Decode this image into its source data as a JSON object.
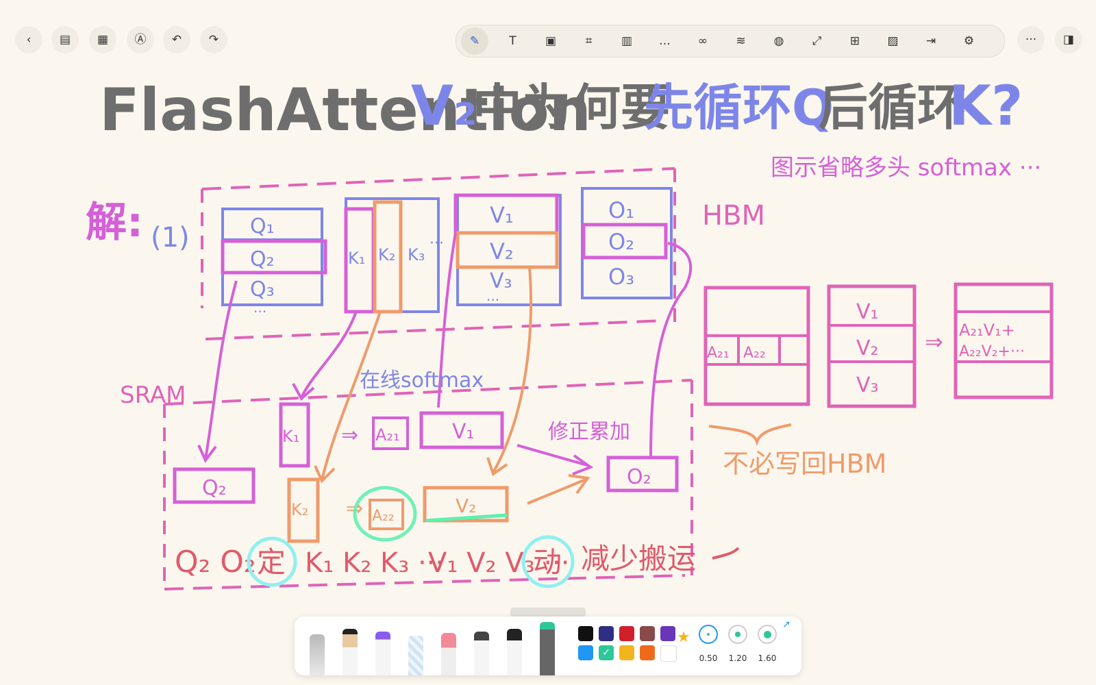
{
  "app": {
    "toolbar_left": [
      {
        "name": "back-icon",
        "glyph": "‹"
      },
      {
        "name": "sidebar-icon",
        "glyph": "▤"
      },
      {
        "name": "grid-icon",
        "glyph": "▦"
      },
      {
        "name": "pen-mode-icon",
        "glyph": "Ⓐ"
      },
      {
        "name": "undo-icon",
        "glyph": "↶"
      },
      {
        "name": "redo-icon",
        "glyph": "↷"
      }
    ],
    "toolbar_tools": [
      {
        "name": "pen-tool-icon",
        "glyph": "✎",
        "active": true
      },
      {
        "name": "text-tool-icon",
        "glyph": "T"
      },
      {
        "name": "image-tool-icon",
        "glyph": "▣"
      },
      {
        "name": "crop-tool-icon",
        "glyph": "⌗"
      },
      {
        "name": "ruler-tool-icon",
        "glyph": "▥"
      },
      {
        "name": "comment-tool-icon",
        "glyph": "…"
      },
      {
        "name": "link-tool-icon",
        "glyph": "∞"
      },
      {
        "name": "layers-tool-icon",
        "glyph": "≋"
      },
      {
        "name": "mic-tool-icon",
        "glyph": "◍"
      },
      {
        "name": "expand-tool-icon",
        "glyph": "⤢"
      },
      {
        "name": "add-page-icon",
        "glyph": "⊞"
      },
      {
        "name": "pattern-tool-icon",
        "glyph": "▨"
      },
      {
        "name": "export-tool-icon",
        "glyph": "⇥"
      },
      {
        "name": "settings-icon",
        "glyph": "⚙"
      }
    ],
    "toolbar_right": [
      {
        "name": "more-icon",
        "glyph": "···"
      },
      {
        "name": "panel-icon",
        "glyph": "◨"
      }
    ]
  },
  "note": {
    "title_en": "FlashAttention",
    "title_v2": "V₂",
    "title_cn1": "中为何要",
    "title_cn2": "先循环Q",
    "title_cn3": "后循环",
    "title_k": "K?",
    "subnote": "图示省略多头 softmax ···",
    "jie": "解:",
    "step": "(1)",
    "hbm": "HBM",
    "sram": "SRAM",
    "online_softmax": "在线softmax",
    "fix_accum": "修正累加",
    "no_writeback": "不必写回HBM",
    "q_blocks": [
      "Q₁",
      "Q₂",
      "Q₃"
    ],
    "k_blocks": [
      "K₁",
      "K₂",
      "K₃"
    ],
    "k_dots": "···",
    "v_blocks": [
      "V₁",
      "V₂",
      "V₃"
    ],
    "o_blocks": [
      "O₁",
      "O₂",
      "O₃"
    ],
    "dots": "···",
    "sram_q": "Q₂",
    "sram_k1": "K₁",
    "sram_k2": "K₂",
    "sram_a21": "A₂₁",
    "sram_a22": "A₂₂",
    "sram_v1": "V₁",
    "sram_v2": "V₂",
    "sram_o2": "O₂",
    "right_a21": "A₂₁",
    "right_a22": "A₂₂",
    "right_v": [
      "V₁",
      "V₂",
      "V₃"
    ],
    "right_result1": "A₂₁V₁+",
    "right_result2": "A₂₂V₂+···",
    "arrow": "⇒",
    "bottom_fixed": "Q₂ O₂",
    "bottom_ding": "定",
    "bottom_k": "K₁ K₂ K₃ ···",
    "bottom_v": "V₁ V₂ V₃ ···",
    "bottom_dong": "动",
    "bottom_reduce": "减少搬运"
  },
  "palette": {
    "colors": [
      "#111111",
      "#2e2e82",
      "#d21f2c",
      "#8a4a4a",
      "#6a36b8",
      "#2196f3",
      "#2ec79a",
      "#f2b51e",
      "#ee6a1a",
      "#ffffff"
    ],
    "ink_gray": "#666666",
    "ink_blue": "#7d86e8",
    "ink_pink": "#d560d8",
    "ink_magenta": "#e063b8",
    "ink_orange": "#ef9b6b",
    "ink_red": "#e05a6a",
    "ink_cyan": "#8ff0f0",
    "ink_green": "#5ff0b0",
    "sizes": [
      "0.50",
      "1.20",
      "1.60"
    ]
  }
}
